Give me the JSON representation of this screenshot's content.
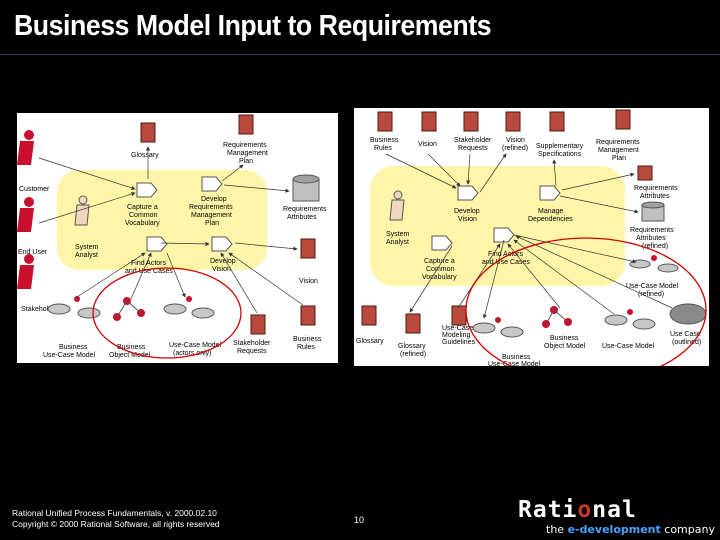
{
  "title": "Business Model Input to Requirements",
  "left": {
    "actors": [
      "Customer",
      "End User",
      "Stakeholder"
    ],
    "documents": [
      "Glossary",
      "Requirements Management Plan",
      "Stakeholder Requests"
    ],
    "activities": [
      "Capture a Common Vocabulary",
      "Develop Requirements Management Plan",
      "Find Actors and Use Cases",
      "Develop Vision"
    ],
    "worker": "System Analyst",
    "database": "Requirements Attributes",
    "other_docs": [
      "Vision",
      "Business Rules"
    ],
    "models": [
      "Business Use-Case Model",
      "Business Object Model",
      "Use-Case Model (actors only)"
    ]
  },
  "right": {
    "documents_top": [
      "Business Rules",
      "Vision",
      "Stakeholder Requests",
      "Vision (refined)",
      "Supplementary Specifications",
      "Requirements Management Plan"
    ],
    "activities": [
      "Develop Vision",
      "Manage Dependencies",
      "Capture a Common Vocabulary",
      "Find Actors and Use Cases"
    ],
    "worker": "System Analyst",
    "attributes": [
      "Requirements Attributes",
      "Requirements Attributes (refined)"
    ],
    "use_case_model_refined": "Use-Case Model (refined)",
    "glossary": [
      "Glossary",
      "Glossary (refined)"
    ],
    "models": [
      "Use-Case Modeling Guidelines",
      "Business Use-Case Model",
      "Business Object Model",
      "Use-Case Model",
      "Use Case (outlined)"
    ]
  },
  "footer": {
    "line1": "Rational Unified Process Fundamentals, v. 2000.02.10",
    "line2": "Copyright © 2000 Rational Software, all rights reserved",
    "page": "10"
  },
  "logo": {
    "pre": "Rati",
    "o": "o",
    "post": "nal",
    "tagline_pre": "the ",
    "tagline_highlight": "e-development",
    "tagline_post": " company"
  }
}
